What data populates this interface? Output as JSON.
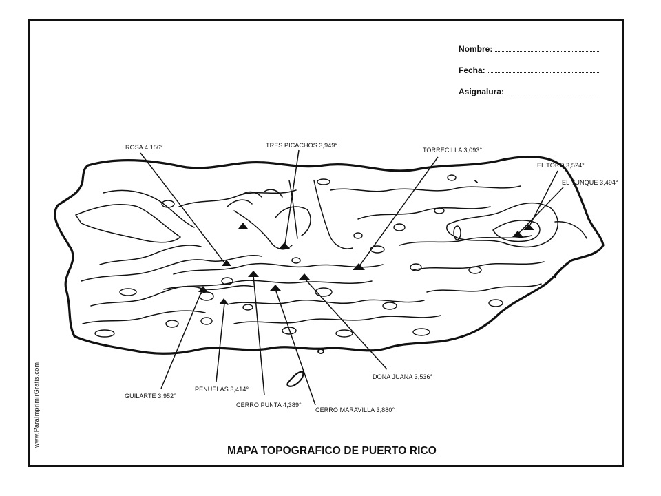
{
  "form": {
    "name_label": "Nombre:",
    "date_label": "Fecha:",
    "subject_label": "Asignalura:"
  },
  "map": {
    "title": "MAPA TOPOGRAFICO DE PUERTO RICO",
    "watermark": "www.ParaImprimirGratis.com",
    "peaks": {
      "rosa": "ROSA 4,156°",
      "tres_picachos": "TRES PICACHOS 3,949°",
      "torrecilla": "TORRECILLA 3,093°",
      "el_toro": "EL TORO 3,524°",
      "el_yunque": "EL YUNQUE 3,494°",
      "guilarte": "GUILARTE 3,952°",
      "penuelas": "PENUELAS 3,414°",
      "cerro_punta": "CERRO PUNTA 4,389°",
      "cerro_maravilla": "CERRO MARAVILLA 3,880°",
      "dona_juana": "DONA JUANA 3,536°"
    }
  }
}
